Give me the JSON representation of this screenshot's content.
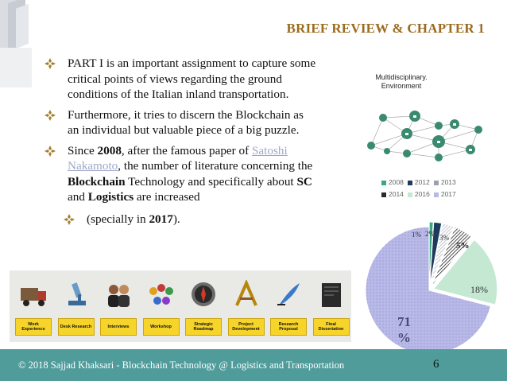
{
  "title": "BRIEF REVIEW & CHAPTER 1",
  "bullets": {
    "b1": "PART I is an important assignment to capture some critical points of views regarding the ground conditions of the Italian inland transportation.",
    "b2": "Furthermore, it tries to discern the Blockchain as an individual but valuable piece of a big puzzle.",
    "b3_since": "Since ",
    "b3_year": "2008",
    "b3_after": ", after the famous paper of ",
    "b3_link": "Satoshi Nakamoto",
    "b3_mid": ", the number of literature concerning the ",
    "b3_blockchain": "Blockchain",
    "b3_tech": " Technology and specifically about ",
    "b3_sc": "SC",
    "b3_and": " and ",
    "b3_logistics": "Logistics",
    "b3_end": " are increased",
    "sub_pre": "(specially in ",
    "sub_year": "2017",
    "sub_post": ")."
  },
  "network_label": "Multidisciplinary. Environment",
  "icons": [
    {
      "label": "Work Experience",
      "icon": "truck-icon"
    },
    {
      "label": "Desk Research",
      "icon": "microscope-icon"
    },
    {
      "label": "Interviews",
      "icon": "people-icon"
    },
    {
      "label": "Workshop",
      "icon": "group-icon"
    },
    {
      "label": "Strategic Roadmap",
      "icon": "compass-icon"
    },
    {
      "label": "Project Development",
      "icon": "tools-icon"
    },
    {
      "label": "Research Proposal",
      "icon": "quill-icon"
    },
    {
      "label": "Final Dissertation",
      "icon": "notebook-icon"
    }
  ],
  "footer": {
    "text": "© 2018 Sajjad Khaksari - Blockchain Technology @ Logistics and Transportation",
    "page": "6"
  },
  "colors": {
    "title": "#9b6b1e",
    "footer_bg": "#4f9c9b",
    "link": "#9fa7c7",
    "pie_main": "#b9b9e8"
  },
  "chart_data": {
    "type": "pie",
    "legend": [
      "2008",
      "2012",
      "2013",
      "2014",
      "2016",
      "2017"
    ],
    "legend_placement": "top",
    "labels": [
      "1%",
      "2%",
      "3%",
      "5%",
      "18%",
      "71%"
    ],
    "values": [
      1,
      2,
      3,
      5,
      18,
      71
    ],
    "slices": [
      {
        "name": "2008",
        "value": 1,
        "label": "1%",
        "color": "#3aa882"
      },
      {
        "name": "2012",
        "value": 2,
        "label": "2%",
        "color": "#1d3c5c"
      },
      {
        "name": "2013",
        "value": 3,
        "label": "3%",
        "color": "#9aa0b0"
      },
      {
        "name": "2014",
        "value": 5,
        "label": "5%",
        "color": "#2a2a2a"
      },
      {
        "name": "2016",
        "value": 18,
        "label": "18%",
        "color": "#c4e8d2"
      },
      {
        "name": "2017",
        "value": 71,
        "label": "71%",
        "color": "#b9b9e8"
      }
    ]
  }
}
